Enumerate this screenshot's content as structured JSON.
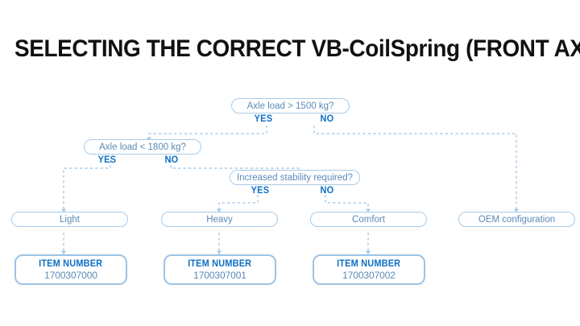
{
  "title": "SELECTING THE CORRECT VB-CoilSpring (FRONT AXLE)",
  "colors": {
    "title": "#111111",
    "node_border": "#a9cbe8",
    "node_text": "#5b8ab8",
    "branch_label": "#0e6fc4",
    "item_border": "#9cc3e4",
    "item_title": "#0e6fc4",
    "connector": "#a9cbe8",
    "background": "#ffffff"
  },
  "decisions": [
    {
      "id": "axle-load-gt-1500",
      "label": "Axle load > 1500 kg?",
      "yes_label": "YES",
      "no_label": "NO"
    },
    {
      "id": "axle-load-lt-1800",
      "label": "Axle load < 1800 kg?",
      "yes_label": "YES",
      "no_label": "NO"
    },
    {
      "id": "increased-stability",
      "label": "Increased stability required?",
      "yes_label": "YES",
      "no_label": "NO"
    }
  ],
  "results": [
    {
      "id": "light",
      "label": "Light"
    },
    {
      "id": "heavy",
      "label": "Heavy"
    },
    {
      "id": "comfort",
      "label": "Comfort"
    },
    {
      "id": "oem",
      "label": "OEM configuration"
    }
  ],
  "items": [
    {
      "id": "item-light",
      "title": "ITEM NUMBER",
      "value": "1700307000"
    },
    {
      "id": "item-heavy",
      "title": "ITEM NUMBER",
      "value": "1700307001"
    },
    {
      "id": "item-comfort",
      "title": "ITEM NUMBER",
      "value": "1700307002"
    }
  ]
}
